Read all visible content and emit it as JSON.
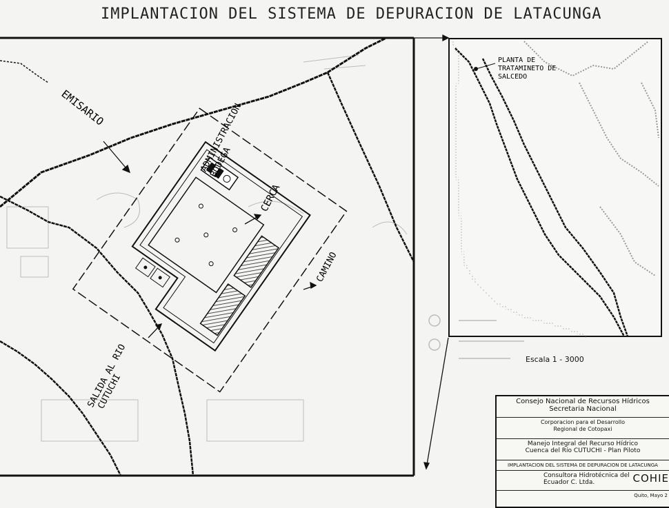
{
  "title": "IMPLANTACION DEL SISTEMA DE DEPURACION DE LATACUNGA",
  "plan_labels": {
    "emisario": "EMISARIO",
    "administracion": "ADMINISTRACION",
    "bodega": "BODEGA",
    "cerca": "CERCA",
    "camino": "CAMINO",
    "salida_line1": "SALIDA AL RIO",
    "salida_line2": "CUTUCHI"
  },
  "location_map": {
    "label_line1": "PLANTA DE",
    "label_line2": "TRATAMINETO DE",
    "label_line3": "SALCEDO"
  },
  "scale": "Escala 1 - 3000",
  "title_block": {
    "org_line1": "Consejo Nacional de Recursos Hídricos",
    "org_line2": "Secretaria Nacional",
    "corp_line1": "Corporacion para el Desarrollo",
    "corp_line2": "Regional de Cotopaxi",
    "project_line1": "Manejo Integral del Recurso Hídrico",
    "project_line2": "Cuenca del Río CUTUCHI - Plan Piloto",
    "drawing_title": "IMPLANTACION DEL SISTEMA DE DEPURACION DE LATACUNGA",
    "consultant_line1": "Consultora Hidrotécnica del",
    "consultant_line2": "Ecuador C. Ltda.",
    "code": "COHIE",
    "date": "Quito, Mayo 2"
  }
}
